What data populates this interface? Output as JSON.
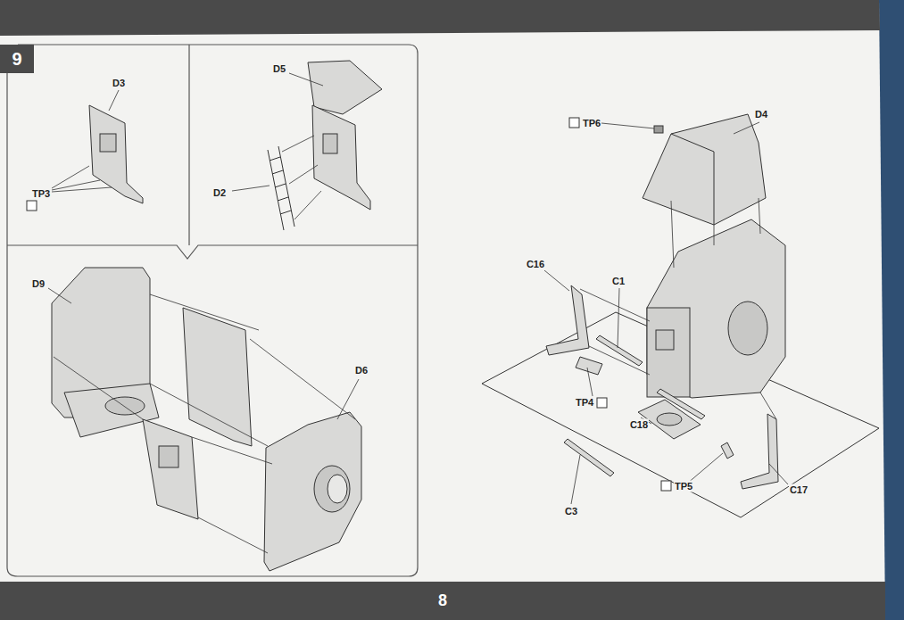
{
  "diagram": {
    "nodes": [
      {
        "text": [
          "9"
        ]
      },
      {
        "text": [
          "8"
        ]
      }
    ],
    "labels": [
      "D3",
      "TP3",
      "D5",
      "D2",
      "D9",
      "D6",
      "D4",
      "TP6",
      "C16",
      "C1",
      "TP4",
      "C18",
      "TP5",
      "C17",
      "C3"
    ]
  }
}
